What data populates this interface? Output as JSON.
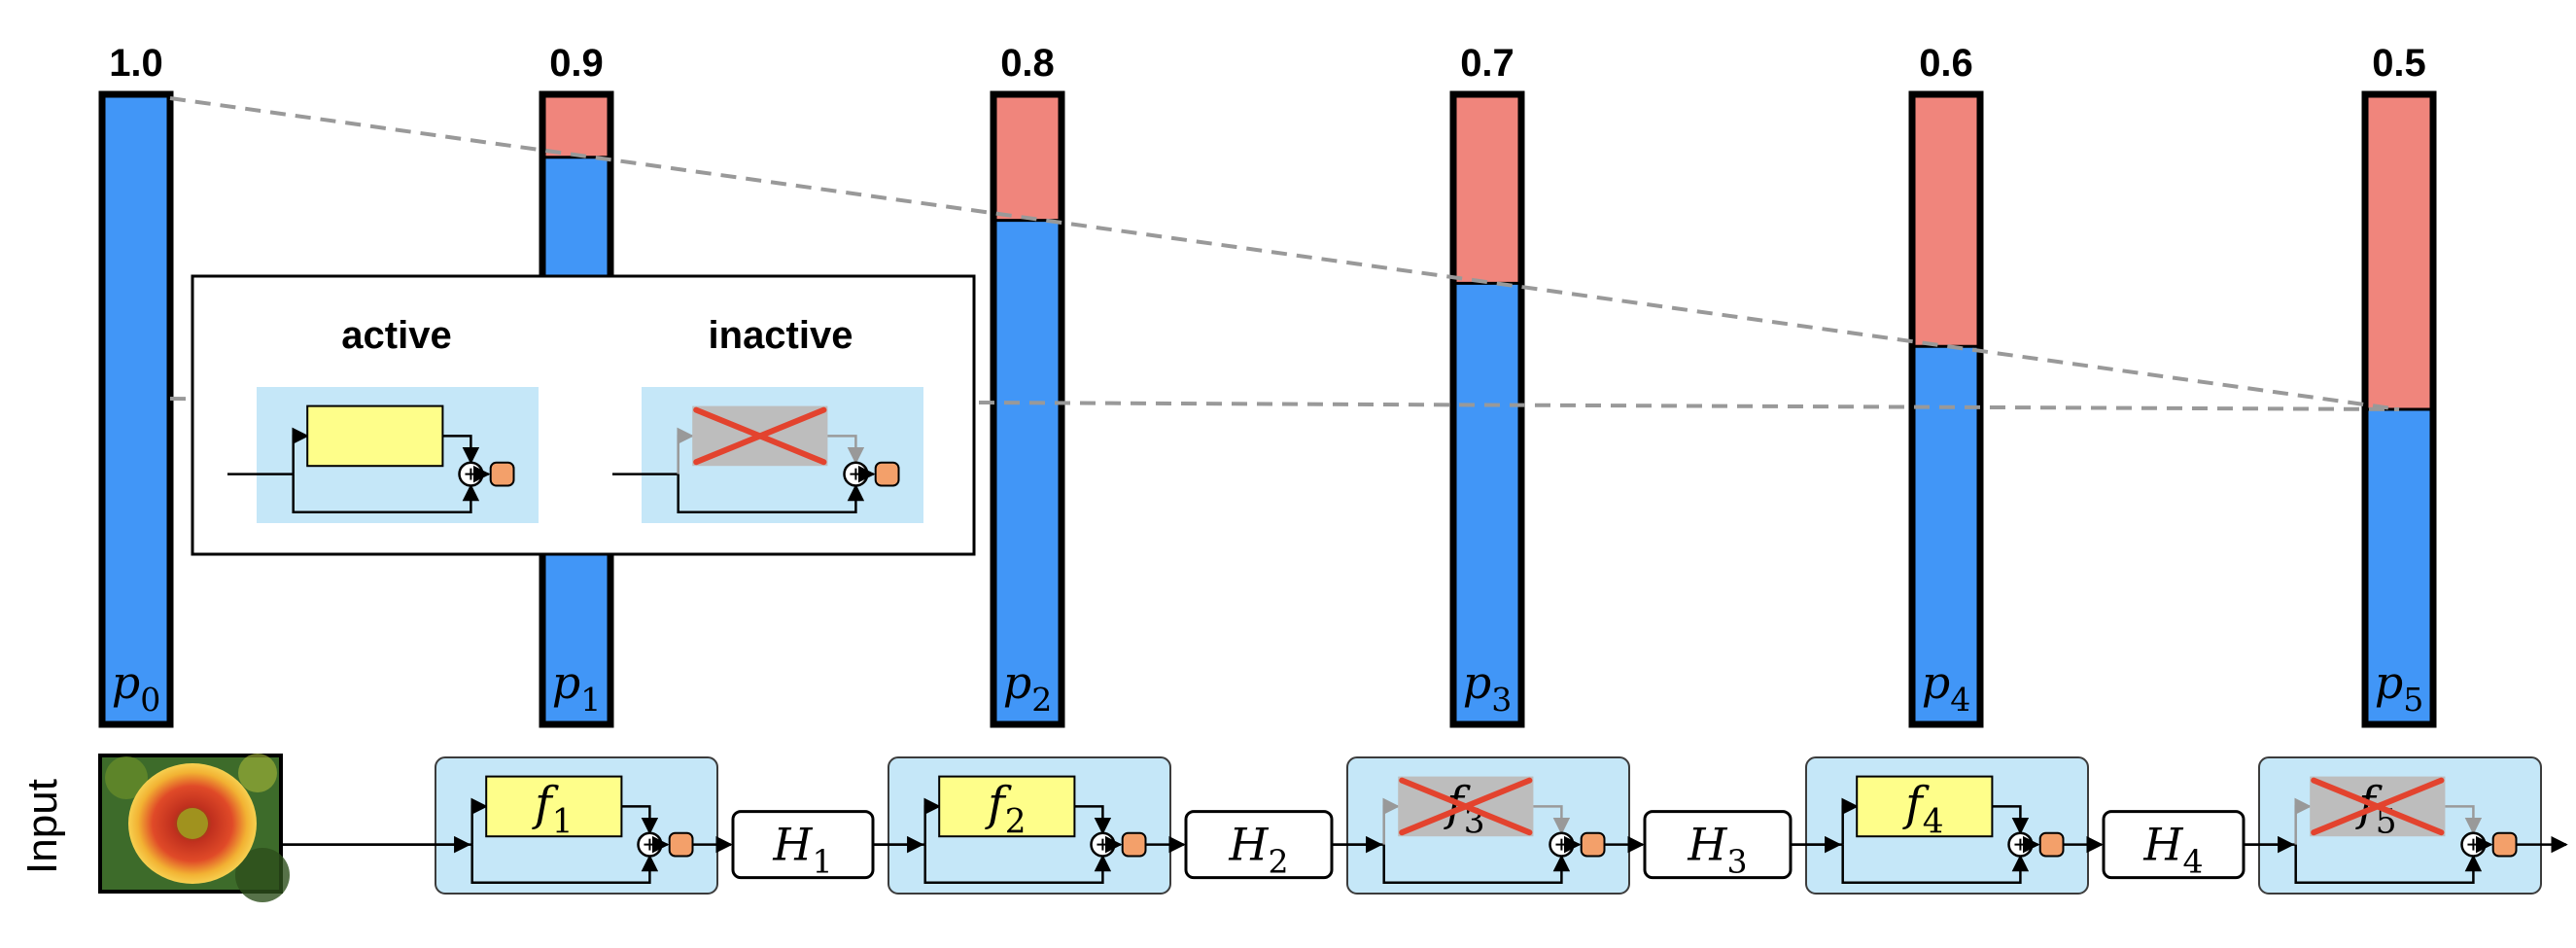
{
  "colors": {
    "keep": "#4196f7",
    "drop": "#f0857c",
    "block_bg": "#c5e7f8",
    "function": "#fefe8a",
    "function_inactive": "#bdbdbd",
    "cross": "#e3432e",
    "output": "#f3a06a",
    "dashed": "#999999"
  },
  "survival": {
    "values": [
      1.0,
      0.9,
      0.8,
      0.7,
      0.6,
      0.5
    ],
    "labels": [
      "1.0",
      "0.9",
      "0.8",
      "0.7",
      "0.6",
      "0.5"
    ],
    "symbols": [
      {
        "base": "p",
        "sub": "0"
      },
      {
        "base": "p",
        "sub": "1"
      },
      {
        "base": "p",
        "sub": "2"
      },
      {
        "base": "p",
        "sub": "3"
      },
      {
        "base": "p",
        "sub": "4"
      },
      {
        "base": "p",
        "sub": "5"
      }
    ]
  },
  "legend": {
    "active_label": "active",
    "inactive_label": "inactive"
  },
  "pipeline": {
    "input_label": "Input",
    "blocks": [
      {
        "fn": "f",
        "sub": "1",
        "active": true
      },
      {
        "fn": "f",
        "sub": "2",
        "active": true
      },
      {
        "fn": "f",
        "sub": "3",
        "active": false
      },
      {
        "fn": "f",
        "sub": "4",
        "active": true
      },
      {
        "fn": "f",
        "sub": "5",
        "active": false
      }
    ],
    "transitions": [
      {
        "base": "H",
        "sub": "1"
      },
      {
        "base": "H",
        "sub": "2"
      },
      {
        "base": "H",
        "sub": "3"
      },
      {
        "base": "H",
        "sub": "4"
      }
    ]
  }
}
